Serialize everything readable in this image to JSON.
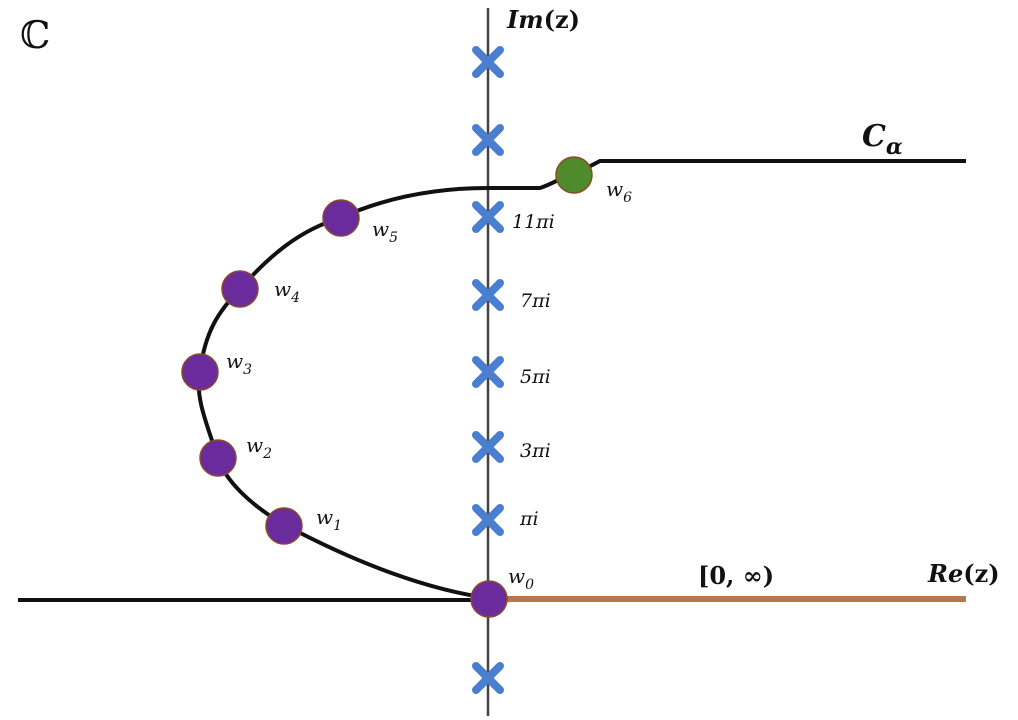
{
  "plane_symbol": "ℂ",
  "axes": {
    "imag_label": {
      "main": "Im",
      "arg": "(z)"
    },
    "real_label": {
      "main": "Re",
      "arg": "(z)"
    }
  },
  "contour_label": {
    "main": "C",
    "sub": "α"
  },
  "branch_cut_label": "[0, ∞)",
  "poles": [
    {
      "label": "πi"
    },
    {
      "label": "3πi"
    },
    {
      "label": "5πi"
    },
    {
      "label": "7πi"
    },
    {
      "label": "11πi"
    },
    {
      "label": ""
    },
    {
      "label": ""
    },
    {
      "label": ""
    }
  ],
  "points": [
    {
      "name": "w",
      "sub": "0"
    },
    {
      "name": "w",
      "sub": "1"
    },
    {
      "name": "w",
      "sub": "2"
    },
    {
      "name": "w",
      "sub": "3"
    },
    {
      "name": "w",
      "sub": "4"
    },
    {
      "name": "w",
      "sub": "5"
    },
    {
      "name": "w",
      "sub": "6"
    }
  ],
  "colors": {
    "axis": "#444444",
    "contour": "#111111",
    "branch_cut": "#b5774f",
    "pole": "#4a7fd0",
    "point": "#6a2c9c",
    "point_end": "#4f8a2b",
    "point_stroke": "#8a4a2a"
  }
}
